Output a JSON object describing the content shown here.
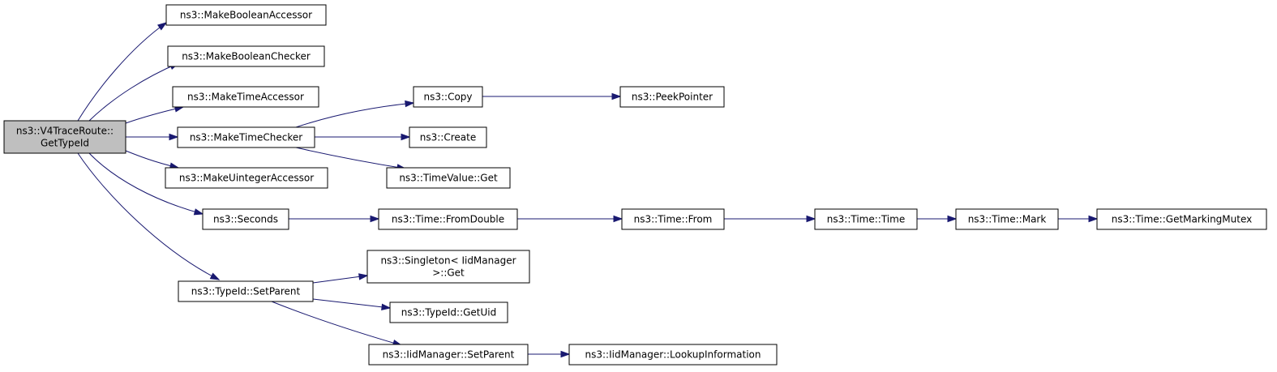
{
  "diagram": {
    "nodes": [
      {
        "id": "root",
        "lines": [
          "ns3::V4TraceRoute::",
          "GetTypeId"
        ],
        "root": true
      },
      {
        "id": "mba",
        "lines": [
          "ns3::MakeBooleanAccessor"
        ]
      },
      {
        "id": "mbc",
        "lines": [
          "ns3::MakeBooleanChecker"
        ]
      },
      {
        "id": "mta",
        "lines": [
          "ns3::MakeTimeAccessor"
        ]
      },
      {
        "id": "mtc",
        "lines": [
          "ns3::MakeTimeChecker"
        ]
      },
      {
        "id": "mua",
        "lines": [
          "ns3::MakeUintegerAccessor"
        ]
      },
      {
        "id": "sec",
        "lines": [
          "ns3::Seconds"
        ]
      },
      {
        "id": "tsp",
        "lines": [
          "ns3::TypeId::SetParent"
        ]
      },
      {
        "id": "copy",
        "lines": [
          "ns3::Copy"
        ]
      },
      {
        "id": "create",
        "lines": [
          "ns3::Create"
        ]
      },
      {
        "id": "tvget",
        "lines": [
          "ns3::TimeValue::Get"
        ]
      },
      {
        "id": "peek",
        "lines": [
          "ns3::PeekPointer"
        ]
      },
      {
        "id": "fromdouble",
        "lines": [
          "ns3::Time::FromDouble"
        ]
      },
      {
        "id": "from",
        "lines": [
          "ns3::Time::From"
        ]
      },
      {
        "id": "time",
        "lines": [
          "ns3::Time::Time"
        ]
      },
      {
        "id": "mark",
        "lines": [
          "ns3::Time::Mark"
        ]
      },
      {
        "id": "gmm",
        "lines": [
          "ns3::Time::GetMarkingMutex"
        ]
      },
      {
        "id": "sget",
        "lines": [
          "ns3::Singleton< IidManager",
          ">::Get"
        ]
      },
      {
        "id": "getuid",
        "lines": [
          "ns3::TypeId::GetUid"
        ]
      },
      {
        "id": "iidsp",
        "lines": [
          "ns3::IidManager::SetParent"
        ]
      },
      {
        "id": "lookup",
        "lines": [
          "ns3::IidManager::LookupInformation"
        ]
      }
    ],
    "edges": [
      {
        "from": "root",
        "to": "mba"
      },
      {
        "from": "root",
        "to": "mbc"
      },
      {
        "from": "root",
        "to": "mta"
      },
      {
        "from": "root",
        "to": "mtc"
      },
      {
        "from": "root",
        "to": "mua"
      },
      {
        "from": "root",
        "to": "sec"
      },
      {
        "from": "root",
        "to": "tsp"
      },
      {
        "from": "mtc",
        "to": "copy"
      },
      {
        "from": "mtc",
        "to": "create"
      },
      {
        "from": "mtc",
        "to": "tvget"
      },
      {
        "from": "copy",
        "to": "peek"
      },
      {
        "from": "sec",
        "to": "fromdouble"
      },
      {
        "from": "fromdouble",
        "to": "from"
      },
      {
        "from": "from",
        "to": "time"
      },
      {
        "from": "time",
        "to": "mark"
      },
      {
        "from": "mark",
        "to": "gmm"
      },
      {
        "from": "tsp",
        "to": "sget"
      },
      {
        "from": "tsp",
        "to": "getuid"
      },
      {
        "from": "tsp",
        "to": "iidsp"
      },
      {
        "from": "iidsp",
        "to": "lookup"
      }
    ],
    "colors": {
      "edge": "#191970",
      "root_fill": "#bfbfbf",
      "node_fill": "#ffffff",
      "node_stroke": "#000000"
    }
  }
}
